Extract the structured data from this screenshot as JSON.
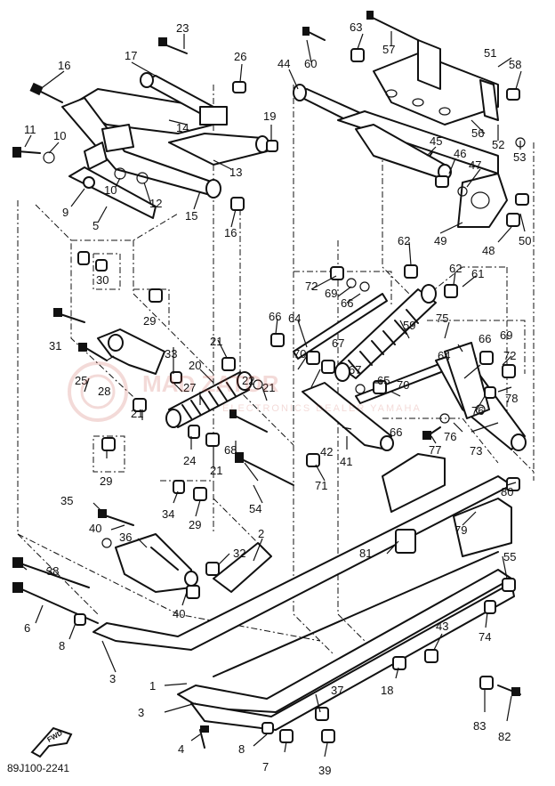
{
  "diagram": {
    "code": "89J100-2241",
    "front_marker": "FWD",
    "watermark_brand": "MAD ZATOR",
    "watermark_tagline": "ELECTRONICS DEALER YAMAHA",
    "callouts": [
      {
        "id": "c1",
        "text": "1"
      },
      {
        "id": "c2",
        "text": "2"
      },
      {
        "id": "c3a",
        "text": "3"
      },
      {
        "id": "c3b",
        "text": "3"
      },
      {
        "id": "c4",
        "text": "4"
      },
      {
        "id": "c5",
        "text": "5"
      },
      {
        "id": "c6",
        "text": "6"
      },
      {
        "id": "c7",
        "text": "7"
      },
      {
        "id": "c8a",
        "text": "8"
      },
      {
        "id": "c8b",
        "text": "8"
      },
      {
        "id": "c9",
        "text": "9"
      },
      {
        "id": "c10a",
        "text": "10"
      },
      {
        "id": "c10b",
        "text": "10"
      },
      {
        "id": "c11",
        "text": "11"
      },
      {
        "id": "c12",
        "text": "12"
      },
      {
        "id": "c13",
        "text": "13"
      },
      {
        "id": "c14",
        "text": "14"
      },
      {
        "id": "c15",
        "text": "15"
      },
      {
        "id": "c16a",
        "text": "16"
      },
      {
        "id": "c16b",
        "text": "16"
      },
      {
        "id": "c17",
        "text": "17"
      },
      {
        "id": "c18",
        "text": "18"
      },
      {
        "id": "c19",
        "text": "19"
      },
      {
        "id": "c20",
        "text": "20"
      },
      {
        "id": "c21a",
        "text": "21"
      },
      {
        "id": "c21b",
        "text": "21"
      },
      {
        "id": "c21c",
        "text": "21"
      },
      {
        "id": "c21d",
        "text": "21"
      },
      {
        "id": "c22",
        "text": "22"
      },
      {
        "id": "c23",
        "text": "23"
      },
      {
        "id": "c24",
        "text": "24"
      },
      {
        "id": "c25",
        "text": "25"
      },
      {
        "id": "c26",
        "text": "26"
      },
      {
        "id": "c27",
        "text": "27"
      },
      {
        "id": "c28",
        "text": "28"
      },
      {
        "id": "c29a",
        "text": "29"
      },
      {
        "id": "c29b",
        "text": "29"
      },
      {
        "id": "c29c",
        "text": "29"
      },
      {
        "id": "c29d",
        "text": "29"
      },
      {
        "id": "c30",
        "text": "30"
      },
      {
        "id": "c31",
        "text": "31"
      },
      {
        "id": "c32",
        "text": "32"
      },
      {
        "id": "c33",
        "text": "33"
      },
      {
        "id": "c34",
        "text": "34"
      },
      {
        "id": "c35",
        "text": "35"
      },
      {
        "id": "c36",
        "text": "36"
      },
      {
        "id": "c37",
        "text": "37"
      },
      {
        "id": "c38",
        "text": "38"
      },
      {
        "id": "c39",
        "text": "39"
      },
      {
        "id": "c40a",
        "text": "40"
      },
      {
        "id": "c40b",
        "text": "40"
      },
      {
        "id": "c41",
        "text": "41"
      },
      {
        "id": "c42",
        "text": "42"
      },
      {
        "id": "c43",
        "text": "43"
      },
      {
        "id": "c44",
        "text": "44"
      },
      {
        "id": "c45",
        "text": "45"
      },
      {
        "id": "c46",
        "text": "46"
      },
      {
        "id": "c47",
        "text": "47"
      },
      {
        "id": "c48",
        "text": "48"
      },
      {
        "id": "c49",
        "text": "49"
      },
      {
        "id": "c50",
        "text": "50"
      },
      {
        "id": "c51",
        "text": "51"
      },
      {
        "id": "c52",
        "text": "52"
      },
      {
        "id": "c53",
        "text": "53"
      },
      {
        "id": "c54",
        "text": "54"
      },
      {
        "id": "c55",
        "text": "55"
      },
      {
        "id": "c56",
        "text": "56"
      },
      {
        "id": "c57",
        "text": "57"
      },
      {
        "id": "c58",
        "text": "58"
      },
      {
        "id": "c59",
        "text": "59"
      },
      {
        "id": "c60",
        "text": "60"
      },
      {
        "id": "c61",
        "text": "61"
      },
      {
        "id": "c62a",
        "text": "62"
      },
      {
        "id": "c62b",
        "text": "62"
      },
      {
        "id": "c63",
        "text": "63"
      },
      {
        "id": "c64a",
        "text": "64"
      },
      {
        "id": "c64b",
        "text": "64"
      },
      {
        "id": "c65",
        "text": "65"
      },
      {
        "id": "c66a",
        "text": "66"
      },
      {
        "id": "c66b",
        "text": "66"
      },
      {
        "id": "c66c",
        "text": "66"
      },
      {
        "id": "c66d",
        "text": "66"
      },
      {
        "id": "c67a",
        "text": "67"
      },
      {
        "id": "c67b",
        "text": "67"
      },
      {
        "id": "c68",
        "text": "68"
      },
      {
        "id": "c69a",
        "text": "69"
      },
      {
        "id": "c69b",
        "text": "69"
      },
      {
        "id": "c70a",
        "text": "70"
      },
      {
        "id": "c70b",
        "text": "70"
      },
      {
        "id": "c71",
        "text": "71"
      },
      {
        "id": "c72a",
        "text": "72"
      },
      {
        "id": "c72b",
        "text": "72"
      },
      {
        "id": "c73",
        "text": "73"
      },
      {
        "id": "c74",
        "text": "74"
      },
      {
        "id": "c75",
        "text": "75"
      },
      {
        "id": "c76a",
        "text": "76"
      },
      {
        "id": "c76b",
        "text": "76"
      },
      {
        "id": "c77",
        "text": "77"
      },
      {
        "id": "c78",
        "text": "78"
      },
      {
        "id": "c79",
        "text": "79"
      },
      {
        "id": "c80",
        "text": "80"
      },
      {
        "id": "c81",
        "text": "81"
      },
      {
        "id": "c82",
        "text": "82"
      },
      {
        "id": "c83",
        "text": "83"
      }
    ]
  }
}
